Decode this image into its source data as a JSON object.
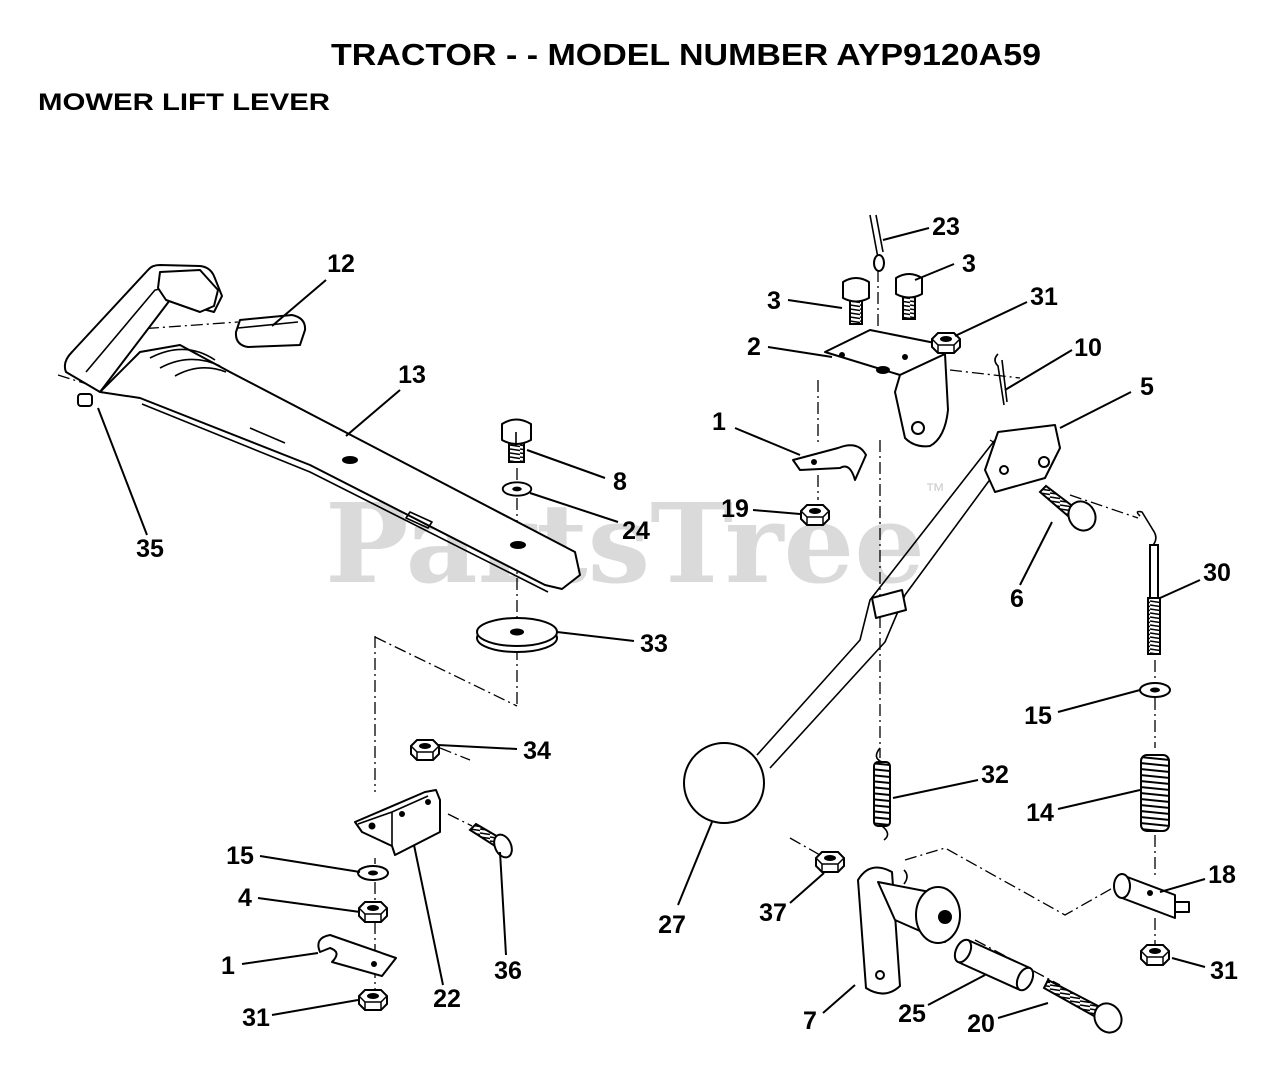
{
  "title": "TRACTOR - - MODEL NUMBER AYP9120A59",
  "subtitle": "MOWER LIFT LEVER",
  "watermark": {
    "text": "PartsTree",
    "trademark": "™"
  },
  "callouts": [
    "12",
    "13",
    "35",
    "8",
    "24",
    "33",
    "34",
    "15",
    "4",
    "1",
    "31",
    "22",
    "36",
    "23",
    "3",
    "3",
    "31",
    "2",
    "10",
    "5",
    "1",
    "19",
    "6",
    "30",
    "15",
    "32",
    "14",
    "18",
    "27",
    "37",
    "31",
    "7",
    "25",
    "20"
  ]
}
